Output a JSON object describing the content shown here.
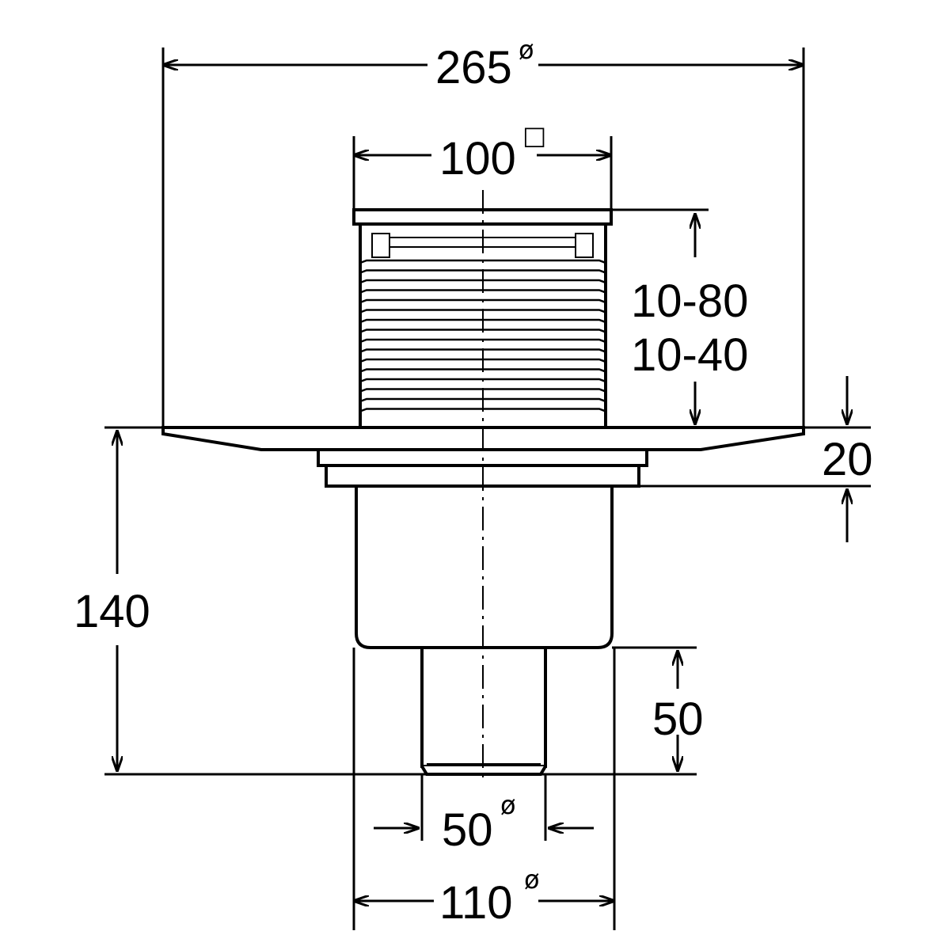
{
  "dimensions": {
    "outer_flange_diameter": {
      "value": "265",
      "symbol": "ø"
    },
    "grate_size": {
      "value": "100",
      "symbol": "□"
    },
    "extension_height_a": {
      "value": "10-80"
    },
    "extension_height_b": {
      "value": "10-40"
    },
    "flange_thickness": {
      "value": "20"
    },
    "body_height": {
      "value": "140"
    },
    "outlet_length": {
      "value": "50"
    },
    "outlet_diameter": {
      "value": "50",
      "symbol": "ø"
    },
    "body_diameter": {
      "value": "110",
      "symbol": "ø"
    }
  }
}
